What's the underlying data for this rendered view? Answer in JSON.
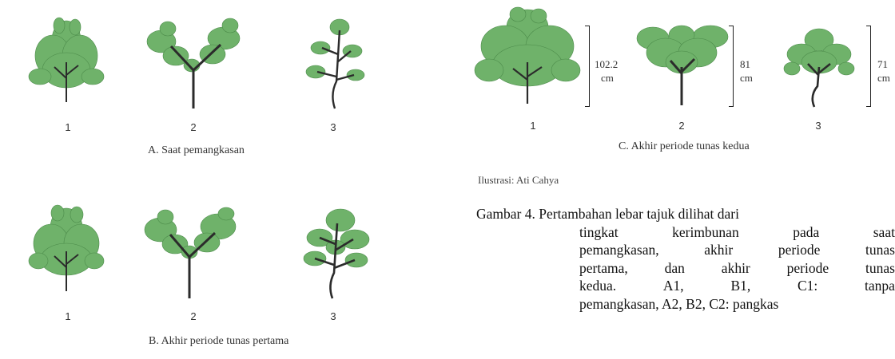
{
  "plant_color": "#6fb26a",
  "plant_dark": "#4c8b4a",
  "trunk_color": "#2b2b2b",
  "panel_a": {
    "caption": "A.   Saat pemangkasan",
    "numbers": [
      "1",
      "2",
      "3"
    ]
  },
  "panel_b": {
    "caption": "B. Akhir periode tunas pertama",
    "numbers": [
      "1",
      "2",
      "3"
    ]
  },
  "panel_c": {
    "caption": "C. Akhir periode tunas kedua",
    "numbers": [
      "1",
      "2",
      "3"
    ],
    "heights": [
      {
        "value": "102.2",
        "unit": "cm"
      },
      {
        "value": "81",
        "unit": "cm"
      },
      {
        "value": "71",
        "unit": "cm"
      }
    ]
  },
  "credit": "Ilustrasi: Ati Cahya",
  "figure_caption": {
    "line1": "Gambar 4. Pertambahan lebar tajuk dilihat dari",
    "line2_words": [
      "tingkat",
      "kerimbunan",
      "pada",
      "saat"
    ],
    "line3_words": [
      "pemangkasan,",
      "akhir",
      "periode",
      "tunas"
    ],
    "line4_words": [
      "pertama,",
      "dan",
      "akhir",
      "periode",
      "tunas"
    ],
    "line5_words": [
      "kedua.",
      "A1,",
      "B1,",
      "C1:",
      "tanpa"
    ],
    "line6": "pemangkasan, A2, B2, C2: pangkas"
  }
}
